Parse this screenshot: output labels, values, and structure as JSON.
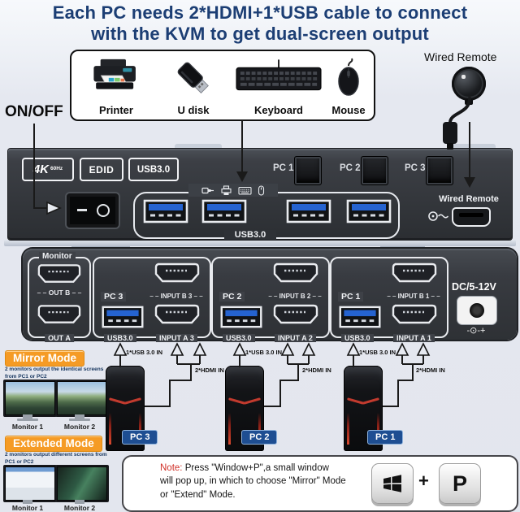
{
  "colors": {
    "title_navy": "#1c3e74",
    "mode_badge_orange": "#f59b25",
    "pc_badge_blue": "#1e4e92",
    "usb_blue": "#2563d0",
    "note_red": "#d03028",
    "panel_black": "#35383e"
  },
  "title": {
    "line1": "Each PC needs 2*HDMI+1*USB cable to connect",
    "line2": "with the KVM to get dual-screen output"
  },
  "peripherals": {
    "items": [
      {
        "label": "Printer"
      },
      {
        "label": "U disk"
      },
      {
        "label": "Keyboard"
      },
      {
        "label": "Mouse"
      }
    ]
  },
  "wired_remote": {
    "label": "Wired Remote"
  },
  "power_label": "ON/OFF",
  "front_panel": {
    "badge_4k": "4K",
    "badge_60hz": "60Hz",
    "badge_edid": "EDID",
    "badge_usb": "USB3.0",
    "pc_buttons": [
      {
        "label": "PC 1"
      },
      {
        "label": "PC 2"
      },
      {
        "label": "PC 3"
      }
    ],
    "usb_group_label": "USB3.0",
    "remote_port_label": "Wired Remote"
  },
  "rear_panel": {
    "monitor_group": {
      "label": "Monitor",
      "out_b": "OUT B",
      "out_a": "OUT A"
    },
    "pc_groups": [
      {
        "name": "PC 3",
        "input_b": "INPUT B 3",
        "usb": "USB3.0",
        "input_a": "INPUT A 3"
      },
      {
        "name": "PC 2",
        "input_b": "INPUT B 2",
        "usb": "USB3.0",
        "input_a": "INPUT A 2"
      },
      {
        "name": "PC 1",
        "input_b": "INPUT B 1",
        "usb": "USB3.0",
        "input_a": "INPUT A 1"
      }
    ],
    "dc": {
      "label": "DC/5-12V",
      "polarity": "-⊙-+"
    }
  },
  "cables": [
    {
      "usb": "1*USB 3.0 IN",
      "hdmi": "2*HDMI IN"
    },
    {
      "usb": "1*USB 3.0 IN",
      "hdmi": "2*HDMI IN"
    },
    {
      "usb": "1*USB 3.0 IN",
      "hdmi": "2*HDMI IN"
    }
  ],
  "pcs": [
    {
      "label": "PC 3"
    },
    {
      "label": "PC 2"
    },
    {
      "label": "PC 1"
    }
  ],
  "modes": {
    "mirror": {
      "name": "Mirror Mode",
      "desc_line1": "2 monitors output the identical screens",
      "desc_line2": "from PC1 or PC2",
      "monitor1": "Monitor 1",
      "monitor2": "Monitor 2"
    },
    "extended": {
      "name": "Extended Mode",
      "desc_line1": "2 monitors output different screens from",
      "desc_line2": "PC1 or PC2",
      "monitor1": "Monitor 1",
      "monitor2": "Monitor 2"
    }
  },
  "note": {
    "prefix": "Note:",
    "line1": " Press \"Window+P\",a small window",
    "line2": "will pop up, in which to choose \"Mirror\" Mode",
    "line3": "or \"Extend\" Mode.",
    "plus": "+",
    "p_key": "P"
  }
}
